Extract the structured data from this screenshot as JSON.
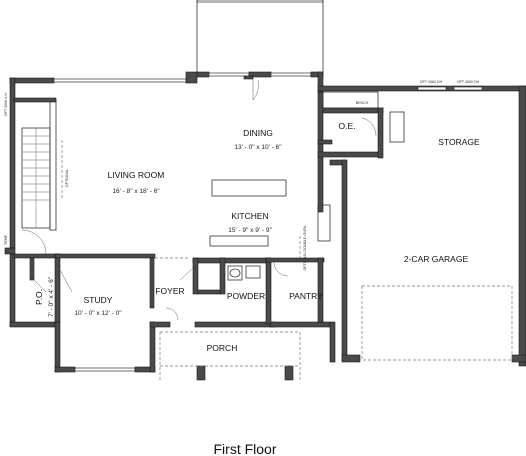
{
  "caption": "First Floor",
  "rooms": {
    "living": {
      "name": "LIVING ROOM",
      "size": "16' - 8\" x 18' - 6\""
    },
    "dining": {
      "name": "DINING",
      "size": "13' - 0\" x 10' - 6\""
    },
    "kitchen": {
      "name": "KITCHEN",
      "size": "15' - 9\" x 9' - 9\""
    },
    "storage": {
      "name": "STORAGE"
    },
    "garage": {
      "name": "2-CAR GARAGE"
    },
    "study": {
      "name": "STUDY",
      "size": "10' - 0\" x 12' - 0\""
    },
    "po": {
      "name": "P.O.",
      "size": "7' - 0\" x 4' - 6\""
    },
    "foyer": {
      "name": "FOYER"
    },
    "powder": {
      "name": "POWDER"
    },
    "pantry": {
      "name": "PANTRY"
    },
    "porch": {
      "name": "PORCH"
    },
    "oe": {
      "name": "O.E."
    }
  },
  "notes": {
    "bench": "BENCH",
    "optional_left": "OPTIONAL",
    "optional_double_oven": "OPTIONAL DOUBLE OVEN",
    "window_left": "OPT 3060 S.H.",
    "window_garage_1": "OPT 3060 DH",
    "window_garage_2": "OPT 3060 DH",
    "stair_note": "TEMP"
  }
}
